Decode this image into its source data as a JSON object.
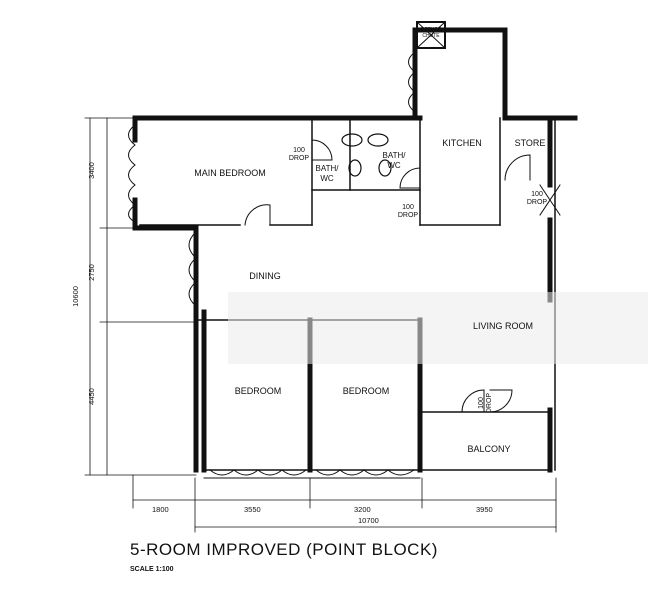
{
  "title": "5-ROOM IMPROVED (POINT BLOCK)",
  "scale": "SCALE 1:100",
  "rooms": {
    "main_bedroom": "MAIN BEDROOM",
    "bath_wc_1": "BATH/\nWC",
    "bath_wc_2": "BATH/\nWC",
    "kitchen": "KITCHEN",
    "store": "STORE",
    "refuse_chute": "REFUSE\nCHUTE",
    "dining": "DINING",
    "living_room": "LIVING ROOM",
    "bedroom_1": "BEDROOM",
    "bedroom_2": "BEDROOM",
    "balcony": "BALCONY"
  },
  "drops": {
    "main_bedroom_drop": "100\nDROP",
    "bath_drop": "100\nDROP",
    "store_drop": "100\nDROP",
    "balcony_drop": "100\nDROP"
  },
  "dimensions": {
    "vertical_3400": "3400",
    "vertical_2750": "2750",
    "vertical_4450": "4450",
    "vertical_total": "10600",
    "horizontal_1800": "1800",
    "horizontal_3550": "3550",
    "horizontal_3200": "3200",
    "horizontal_3950": "3950",
    "horizontal_total": "10700"
  }
}
